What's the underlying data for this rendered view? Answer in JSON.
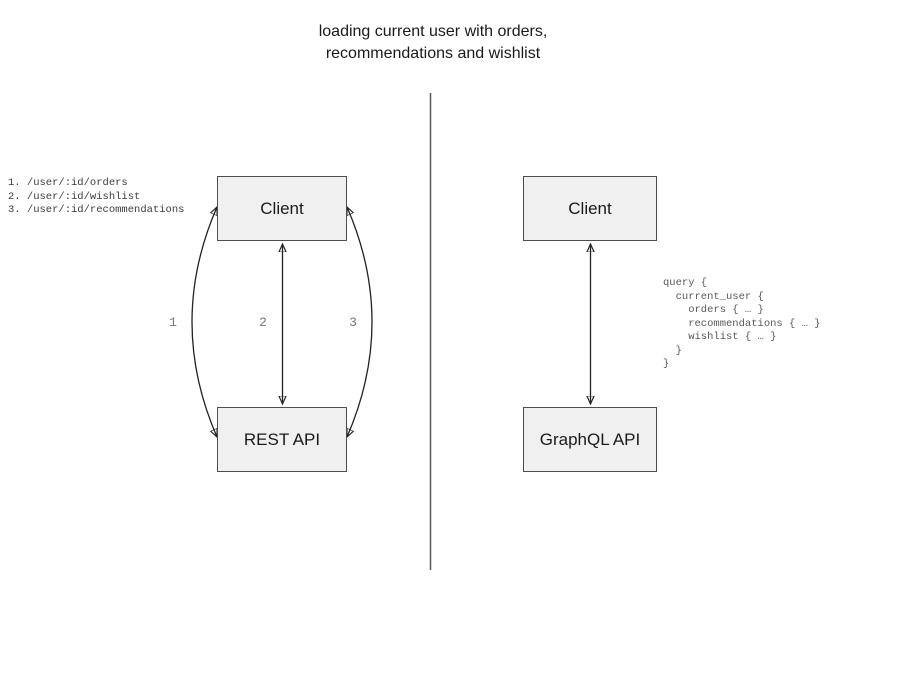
{
  "title": {
    "text": "loading current user with orders,\nrecommendations and wishlist"
  },
  "rest": {
    "client_label": "Client",
    "api_label": "REST API",
    "endpoints": [
      "1. /user/:id/orders",
      "2. /user/:id/wishlist",
      "3. /user/:id/recommendations"
    ],
    "arrow_labels": [
      "1",
      "2",
      "3"
    ]
  },
  "graphql": {
    "client_label": "Client",
    "api_label": "GraphQL API",
    "query_lines": [
      "query {",
      "  current_user {",
      "    orders { … }",
      "    recommendations { … }",
      "    wishlist { … }",
      "  }",
      "}"
    ]
  },
  "colors": {
    "box_fill": "#f0f0f0",
    "box_border": "#4d4d4d",
    "arrow": "#222222",
    "divider": "#595959",
    "text_primary": "#1a1a1a",
    "text_mono_dark": "#3c3c3c",
    "text_mono_gray": "#5a5a5a",
    "label_gray": "#757575"
  }
}
